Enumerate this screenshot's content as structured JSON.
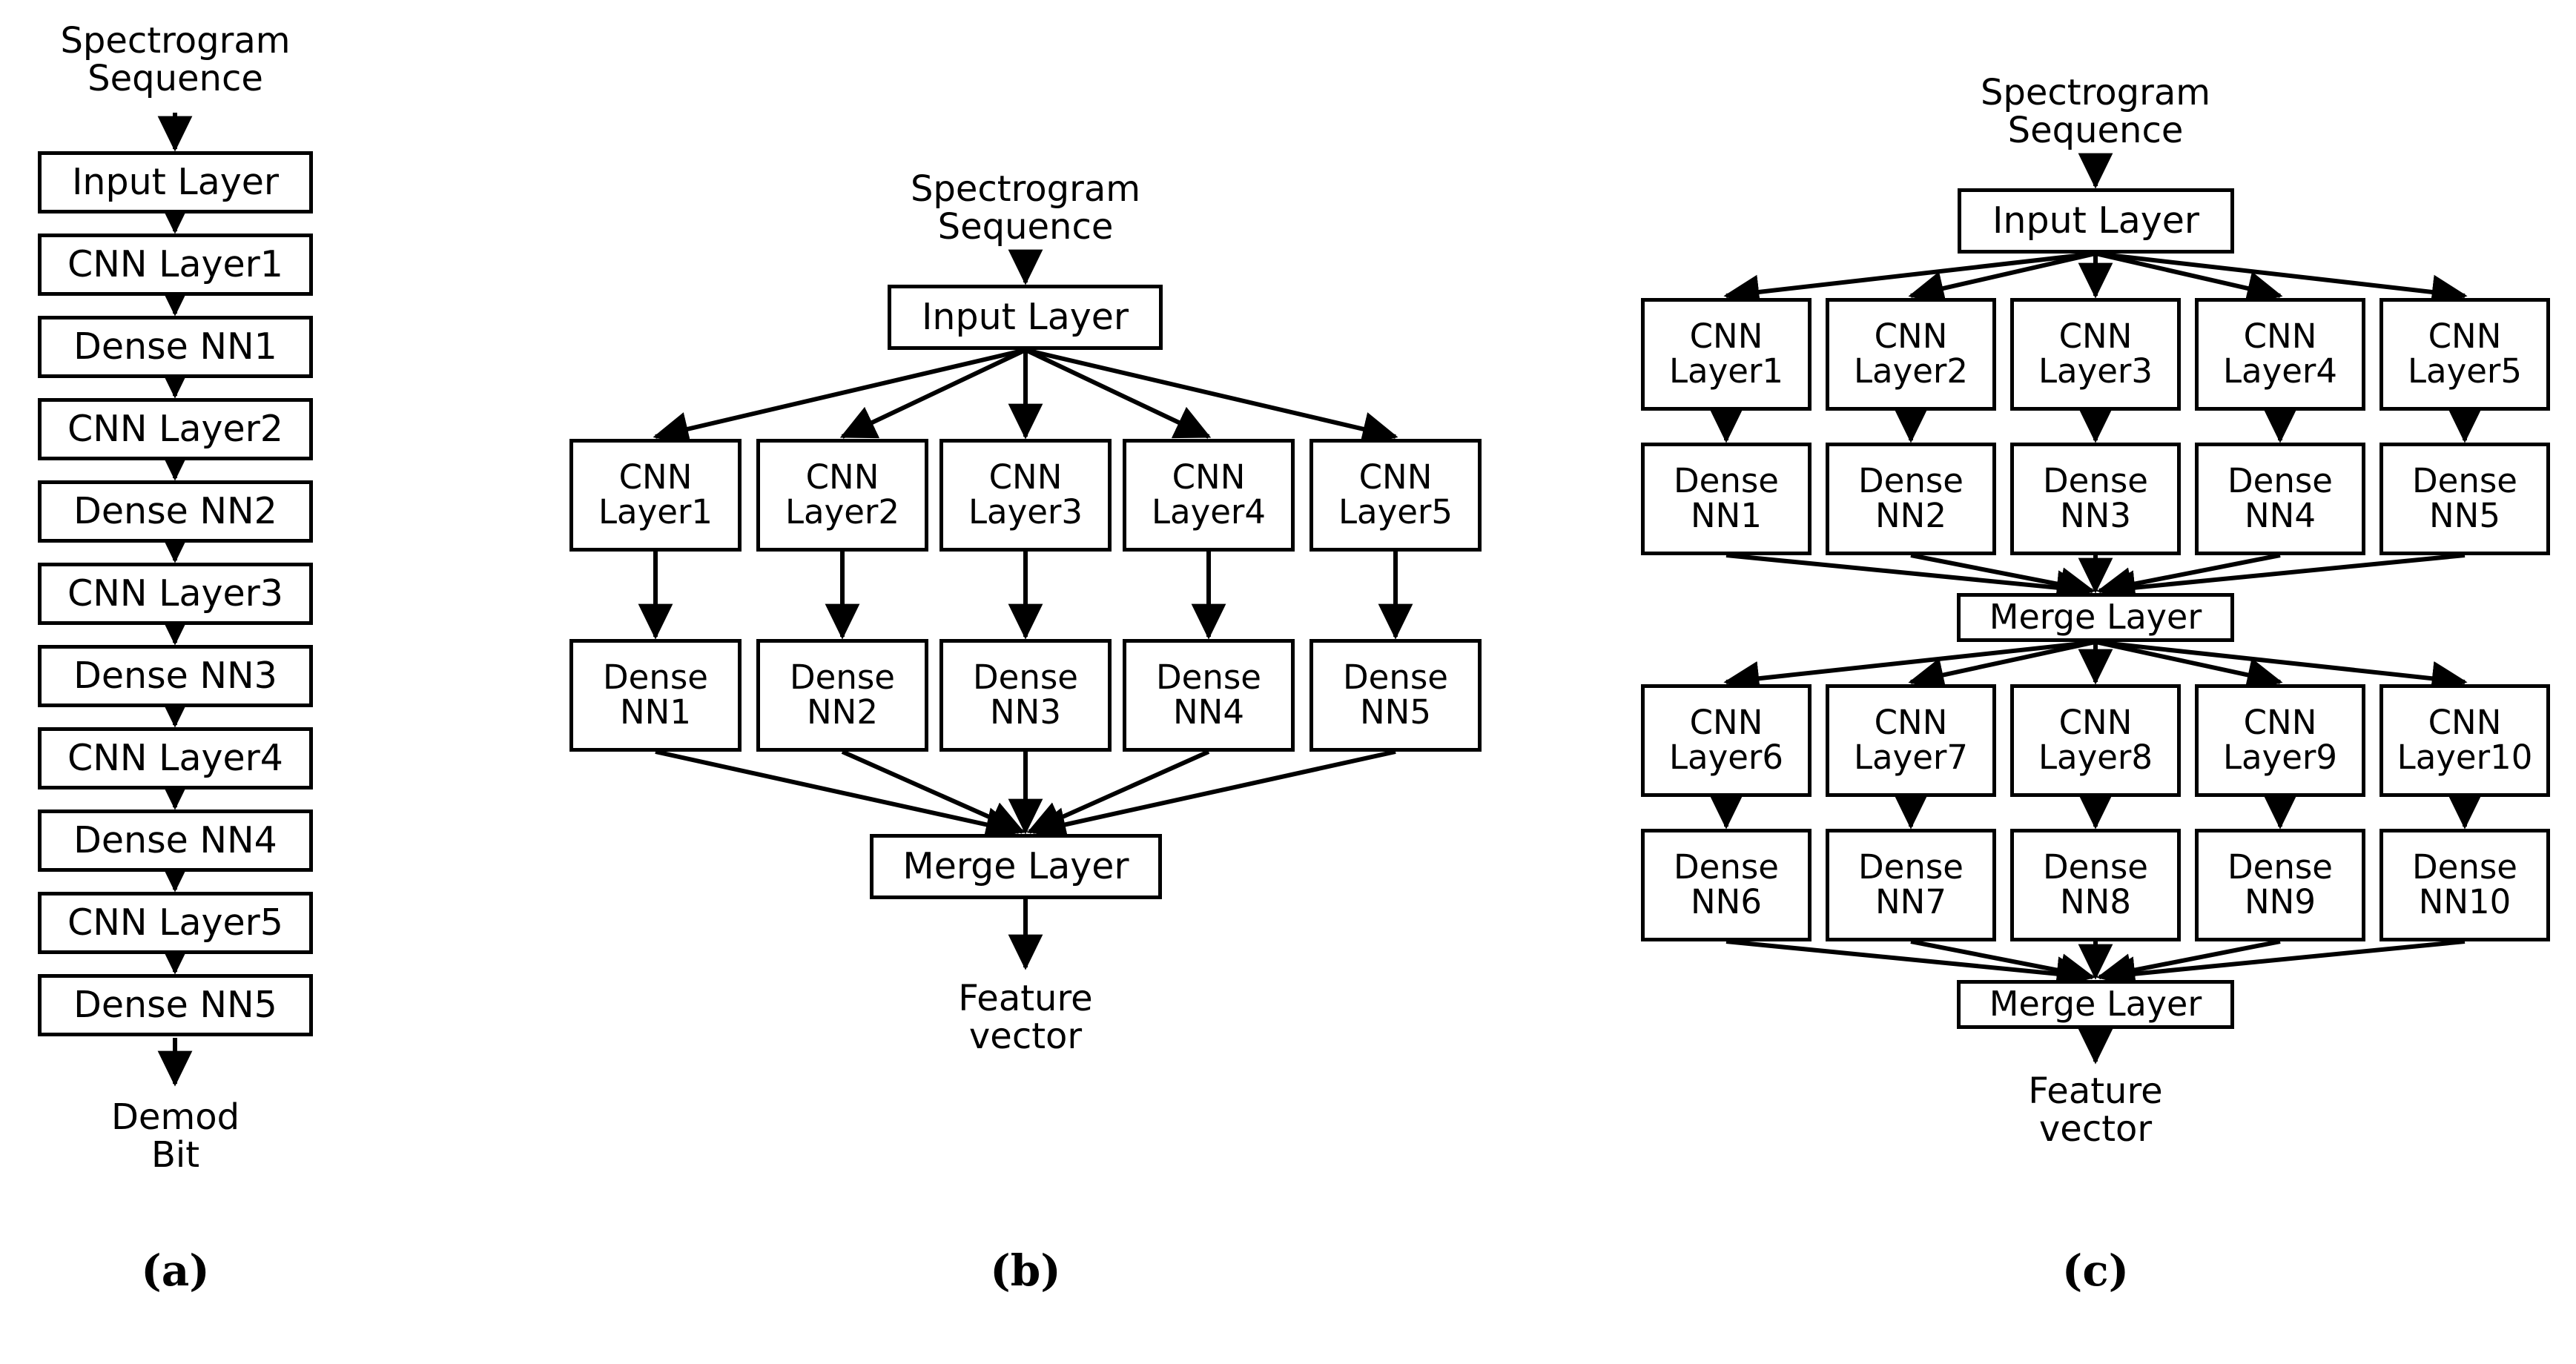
{
  "figure": {
    "panels": [
      {
        "id": "a",
        "caption": "(a)",
        "input_caption": "Spectrogram\nSequence",
        "output_caption": "Demod\nBit",
        "nodes": [
          {
            "label": "Input Layer"
          },
          {
            "label": "CNN Layer1"
          },
          {
            "label": "Dense NN1"
          },
          {
            "label": "CNN Layer2"
          },
          {
            "label": "Dense NN2"
          },
          {
            "label": "CNN Layer3"
          },
          {
            "label": "Dense NN3"
          },
          {
            "label": "CNN Layer4"
          },
          {
            "label": "Dense NN4"
          },
          {
            "label": "CNN Layer5"
          },
          {
            "label": "Dense NN5"
          }
        ]
      },
      {
        "id": "b",
        "caption": "(b)",
        "input_caption": "Spectrogram\nSequence",
        "output_caption": "Feature\nvector",
        "input_layer": "Input Layer",
        "merge_layer": "Merge Layer",
        "cnn_row": [
          "CNN\nLayer1",
          "CNN\nLayer2",
          "CNN\nLayer3",
          "CNN\nLayer4",
          "CNN\nLayer5"
        ],
        "dense_row": [
          "Dense\nNN1",
          "Dense\nNN2",
          "Dense\nNN3",
          "Dense\nNN4",
          "Dense\nNN5"
        ]
      },
      {
        "id": "c",
        "caption": "(c)",
        "input_caption": "Spectrogram\nSequence",
        "output_caption": "Feature\nvector",
        "input_layer": "Input Layer",
        "merge_layer_1": "Merge Layer",
        "merge_layer_2": "Merge Layer",
        "cnn_row_1": [
          "CNN\nLayer1",
          "CNN\nLayer2",
          "CNN\nLayer3",
          "CNN\nLayer4",
          "CNN\nLayer5"
        ],
        "dense_row_1": [
          "Dense\nNN1",
          "Dense\nNN2",
          "Dense\nNN3",
          "Dense\nNN4",
          "Dense\nNN5"
        ],
        "cnn_row_2": [
          "CNN\nLayer6",
          "CNN\nLayer7",
          "CNN\nLayer8",
          "CNN\nLayer9",
          "CNN\nLayer10"
        ],
        "dense_row_2": [
          "Dense\nNN6",
          "Dense\nNN7",
          "Dense\nNN8",
          "Dense\nNN9",
          "Dense\nNN10"
        ]
      }
    ],
    "colors": {
      "stroke": "#000000",
      "background": "#ffffff",
      "text": "#000000"
    }
  }
}
